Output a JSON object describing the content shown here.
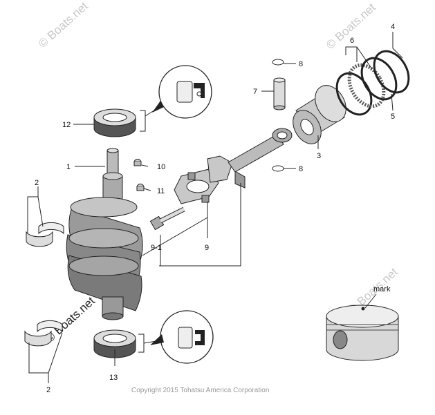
{
  "watermarks": {
    "top_left": "© Boats.net",
    "top_right": "© Boats.net",
    "right_mid": "© Boats.net",
    "bottom_left": "© Boats.net"
  },
  "callouts": {
    "c1": "1",
    "c2a": "2",
    "c2b": "2",
    "c3": "3",
    "c4": "4",
    "c5": "5",
    "c6": "6",
    "c7": "7",
    "c8a": "8",
    "c8b": "8",
    "c9": "9",
    "c9_1": "9-1",
    "c10": "10",
    "c11": "11",
    "c12": "12",
    "c13": "13",
    "mark": "mark"
  },
  "copyright": "Copyright 2015 Tohatsu America Corporation"
}
